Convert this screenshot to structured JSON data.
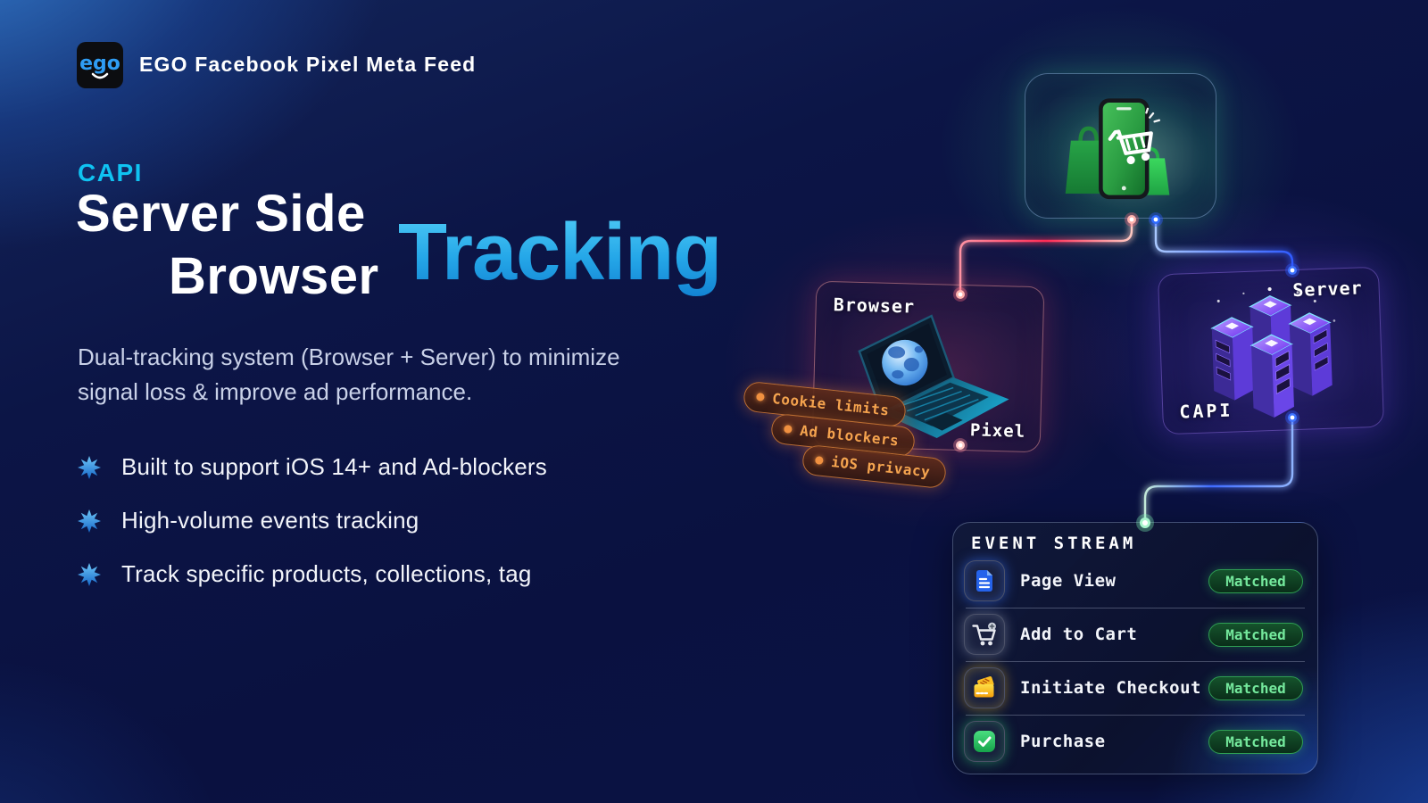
{
  "header": {
    "logo_text": "ego",
    "title": "EGO Facebook Pixel Meta Feed"
  },
  "headline": {
    "eyebrow": "CAPI",
    "line1": "Server Side",
    "line2": "Browser",
    "accent": "Tracking"
  },
  "description": {
    "line1": "Dual-tracking system (Browser + Server) to minimize",
    "line2": "signal loss & improve ad performance."
  },
  "features": [
    {
      "label": "Built to support iOS 14+ and Ad-blockers"
    },
    {
      "label": "High-volume events tracking"
    },
    {
      "label": "Track specific products, collections, tag"
    }
  ],
  "diagram": {
    "browser_card": {
      "title": "Browser",
      "subtitle": "Pixel"
    },
    "server_card": {
      "title": "Server",
      "subtitle": "CAPI"
    },
    "blockers": [
      {
        "label": "Cookie limits"
      },
      {
        "label": "Ad blockers"
      },
      {
        "label": "iOS privacy"
      }
    ]
  },
  "event_stream": {
    "title": "EVENT STREAM",
    "rows": [
      {
        "icon": "document-icon",
        "label": "Page View",
        "status": "Matched"
      },
      {
        "icon": "add-to-cart-icon",
        "label": "Add to Cart",
        "status": "Matched"
      },
      {
        "icon": "checkout-card-icon",
        "label": "Initiate Checkout",
        "status": "Matched"
      },
      {
        "icon": "purchase-check-icon",
        "label": "Purchase",
        "status": "Matched"
      }
    ]
  },
  "colors": {
    "background_navy": "#0b1345",
    "corner_glow_blue": "#3886da",
    "accent_cyan": "#0fc3f2",
    "accent_blue_gradient": "#25a7e8",
    "logo_blue": "#2f9df4",
    "tag_orange": "#f5a44f",
    "matched_green": "#74e89c",
    "red_line": "#ff2b55",
    "blue_line": "#2f5bff",
    "server_purple": "#7a3ff0",
    "phone_green": "#2ecc52"
  }
}
